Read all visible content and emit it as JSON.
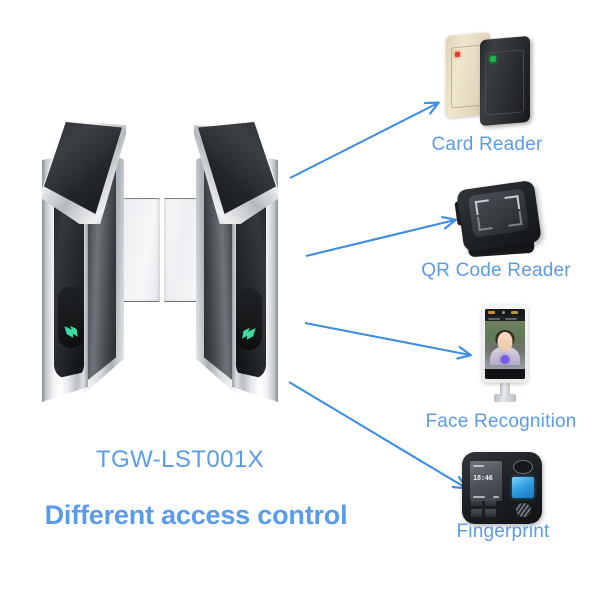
{
  "product": {
    "model": "TGW-LST001X",
    "tagline": "Different access control",
    "accent_color": "#5b9be8"
  },
  "turnstile": {
    "name": "speed gate turnstile",
    "indicator_left": "green-arrow-pass-indicator",
    "indicator_right": "green-arrow-pass-indicator",
    "indicator_color": "#3ddba0",
    "glass_wings": 2
  },
  "devices": [
    {
      "id": "card-reader",
      "label": "Card Reader",
      "icon": "card-reader-icon",
      "leds": [
        {
          "color": "#e8392b",
          "unit": "beige"
        },
        {
          "color": "#22b24a",
          "unit": "black"
        }
      ]
    },
    {
      "id": "qr-code-reader",
      "label": "QR Code Reader",
      "icon": "qr-code-reader-icon"
    },
    {
      "id": "face-recognition",
      "label": "Face Recognition",
      "icon": "face-recognition-terminal-icon"
    },
    {
      "id": "fingerprint",
      "label": "Fingerprint",
      "icon": "fingerprint-terminal-icon",
      "display_time": "18:46",
      "scanner_color": "#2e9be0"
    }
  ],
  "connectors": {
    "color": "#3d8ee0",
    "count": 4,
    "arrows": [
      {
        "to": "card-reader",
        "from": [
          290,
          178
        ],
        "to_point": [
          438,
          103
        ]
      },
      {
        "to": "qr-code-reader",
        "from": [
          306,
          256
        ],
        "to_point": [
          455,
          220
        ]
      },
      {
        "to": "face-recognition",
        "from": [
          305,
          323
        ],
        "to_point": [
          470,
          355
        ]
      },
      {
        "to": "fingerprint",
        "from": [
          289,
          382
        ],
        "to_point": [
          466,
          488
        ]
      }
    ]
  }
}
